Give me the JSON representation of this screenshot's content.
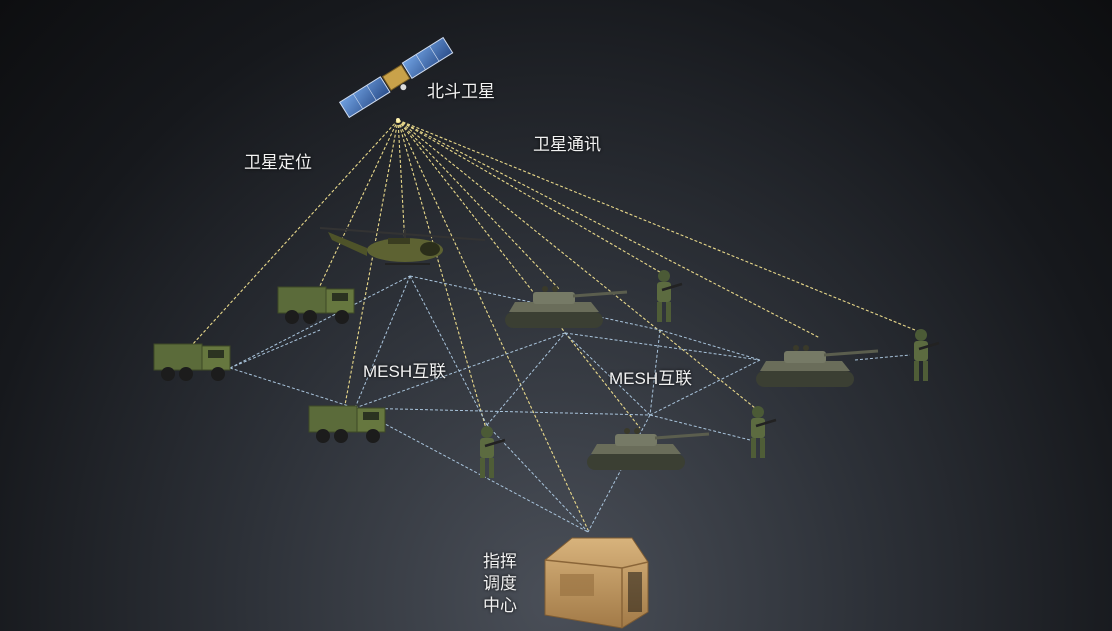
{
  "labels": {
    "satellite": "北斗卫星",
    "positioning": "卫星定位",
    "communication": "卫星通讯",
    "mesh_left": "MESH互联",
    "mesh_right": "MESH互联",
    "command_line1": "指挥",
    "command_line2": "调度",
    "command_line3": "中心"
  },
  "colors": {
    "satellite_link": "#e8d88a",
    "mesh_link": "#a9c4dc",
    "vehicle_green": "#5b6b3a",
    "tent_tan": "#c29a62"
  },
  "icons": {
    "satellite": "satellite-icon",
    "helicopter": "helicopter-icon",
    "truck": "military-truck-icon",
    "tank": "tank-icon",
    "soldier": "soldier-icon",
    "tent": "command-tent-icon"
  }
}
